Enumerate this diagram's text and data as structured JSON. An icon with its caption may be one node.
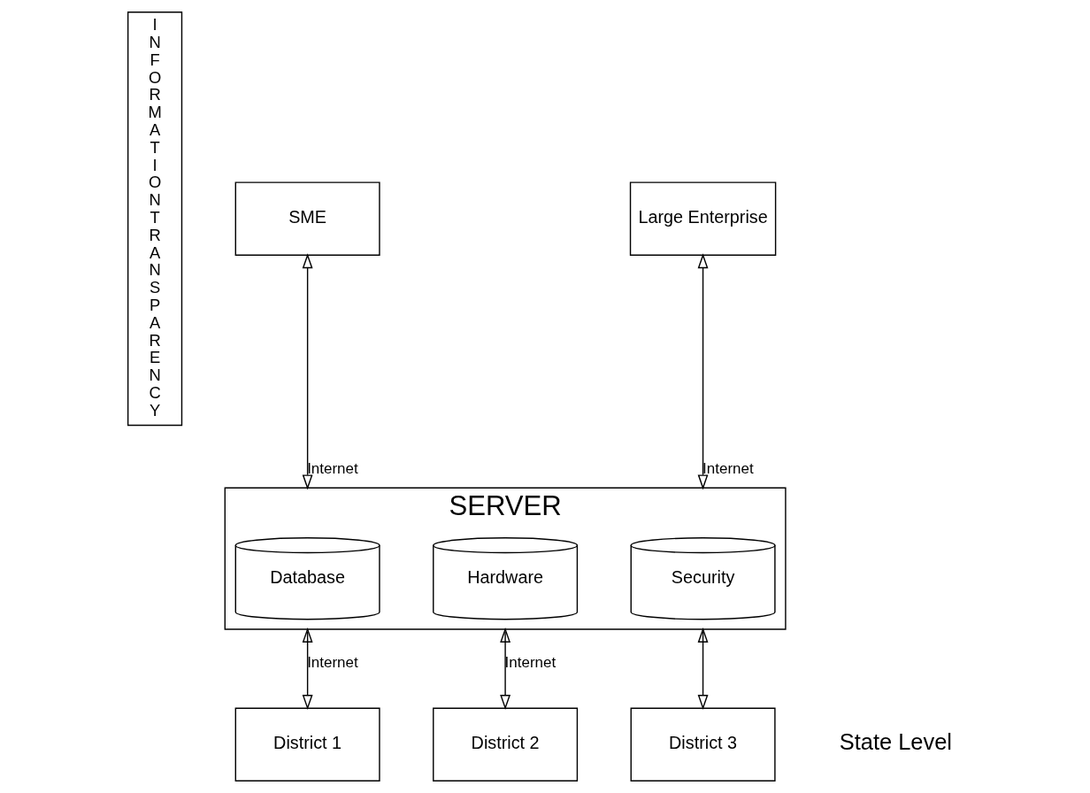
{
  "diagram": {
    "nodes": [
      {
        "text": [
          "INFORMATION TRANSPARENCY"
        ]
      },
      {
        "text": [
          "SME"
        ]
      },
      {
        "text": [
          "Large Enterprise"
        ]
      },
      {
        "text": [
          "SERVER"
        ]
      },
      {
        "text": [
          "Database"
        ],
        "in": 3
      },
      {
        "text": [
          "Hardware"
        ],
        "in": 3
      },
      {
        "text": [
          "Security"
        ],
        "in": 3
      },
      {
        "text": [
          "District 1"
        ]
      },
      {
        "text": [
          "District 2"
        ]
      },
      {
        "text": [
          "District 3"
        ]
      }
    ],
    "edges": [
      {
        "from": 1,
        "to": 3,
        "arrow": "both",
        "label": "Internet"
      },
      {
        "from": 2,
        "to": 3,
        "arrow": "both",
        "label": "Internet"
      },
      {
        "from": 3,
        "to": 7,
        "arrow": "both",
        "label": "Internet"
      },
      {
        "from": 3,
        "to": 8,
        "arrow": "both",
        "label": "Internet"
      },
      {
        "from": 3,
        "to": 9,
        "arrow": "both"
      }
    ],
    "labels": [
      "State Level"
    ]
  }
}
